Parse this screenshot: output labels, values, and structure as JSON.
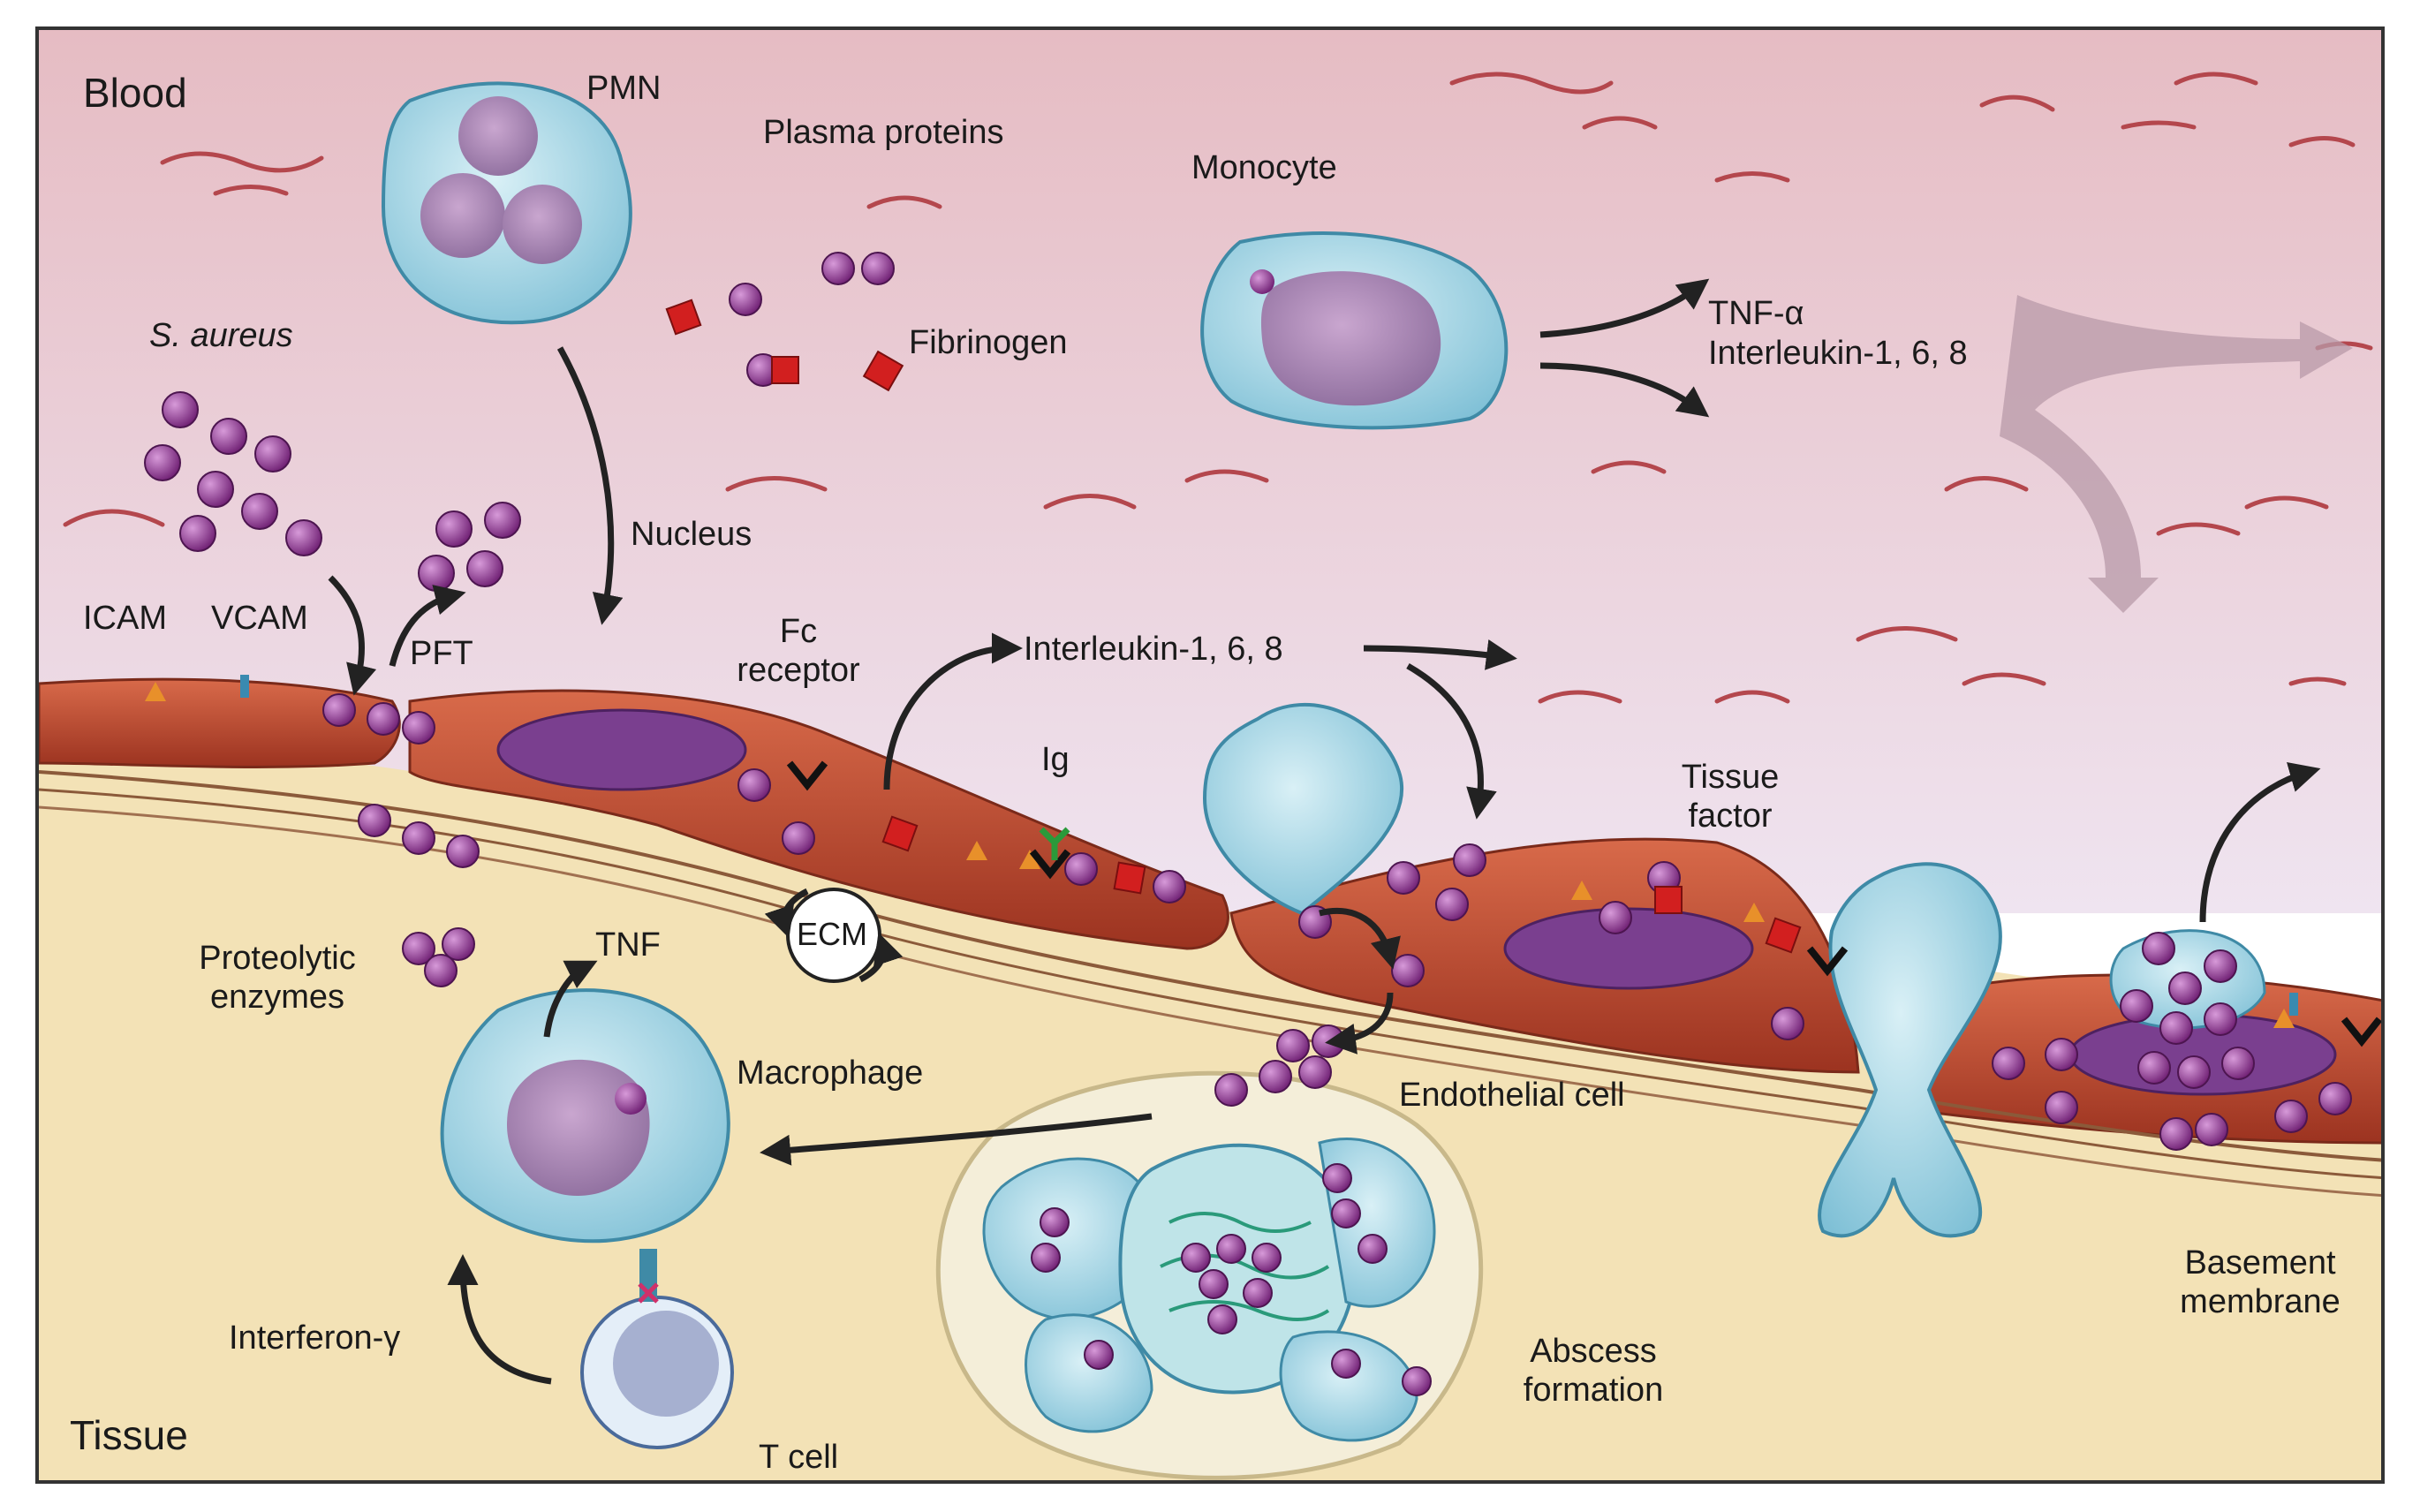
{
  "regions": {
    "blood": "Blood",
    "tissue": "Tissue"
  },
  "labels": {
    "pmn": "PMN",
    "plasma_proteins": "Plasma proteins",
    "monocyte": "Monocyte",
    "s_aureus": "S. aureus",
    "fibrinogen": "Fibrinogen",
    "tnf_alpha": "TNF-α",
    "interleukin_top": "Interleukin-1, 6, 8",
    "nucleus": "Nucleus",
    "icam": "ICAM",
    "vcam": "VCAM",
    "pft": "PFT",
    "fc_receptor_1": "Fc",
    "fc_receptor_2": "receptor",
    "interleukin_mid": "Interleukin-1, 6, 8",
    "ig": "Ig",
    "tissue_factor_1": "Tissue",
    "tissue_factor_2": "factor",
    "ecm": "ECM",
    "proteolytic_1": "Proteolytic",
    "proteolytic_2": "enzymes",
    "tnf": "TNF",
    "macrophage": "Macrophage",
    "endothelial_cell": "Endothelial cell",
    "basement_1": "Basement",
    "basement_2": "membrane",
    "interferon": "Interferon-γ",
    "abscess_1": "Abscess",
    "abscess_2": "formation",
    "t_cell": "T cell"
  },
  "colors": {
    "blood_top": "#e8bfc5",
    "blood_bottom": "#efe3ee",
    "tissue": "#f3e2b6",
    "endothelium": "#c0492e",
    "nucleus": "#7a3f8f",
    "cell_body": "#a9d8e8",
    "bacteria": "#8b2c8f",
    "fibrinogen": "#d21f1f",
    "arrow": "#222222"
  }
}
